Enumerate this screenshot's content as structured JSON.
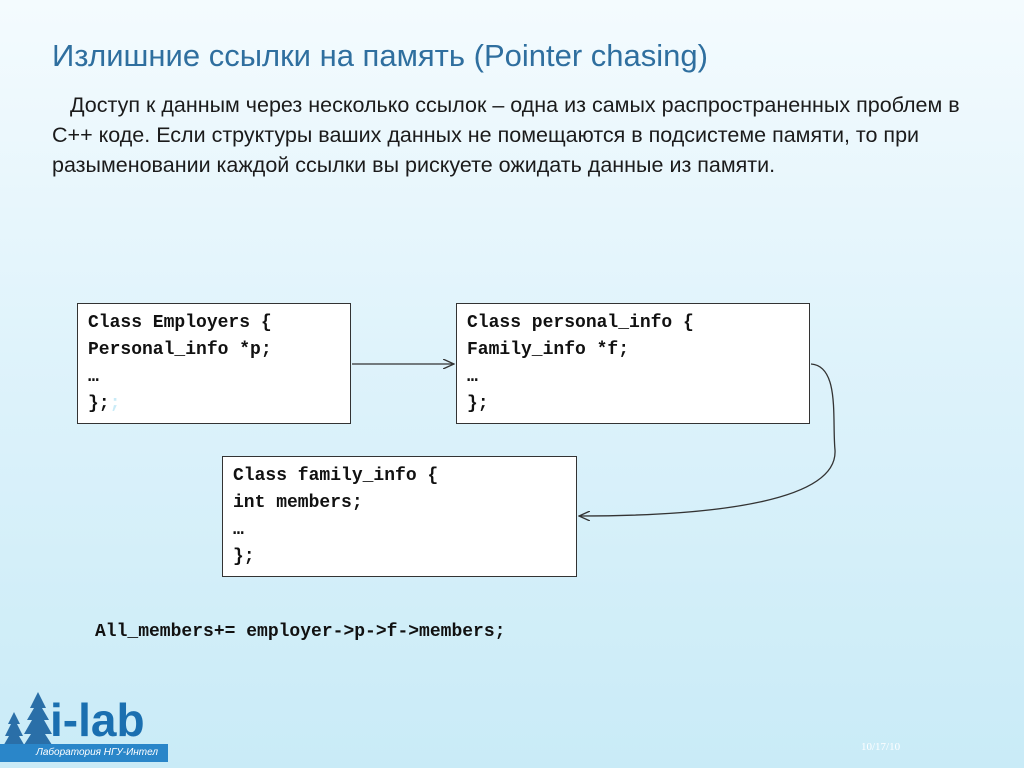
{
  "slide": {
    "title": "Излишние ссылки на память (Pointer chasing)",
    "intro": "Доступ к данным через несколько ссылок – одна из самых распространенных проблем в C++ коде. Если структуры ваших данных не помещаются в подсистеме памяти, то при разыменовании каждой ссылки вы рискуете ожидать данные из памяти.",
    "boxes": {
      "employers": {
        "lines": [
          "Class Employers {",
          "Personal_info *p;",
          "…",
          "};"
        ],
        "faded_suffix": ";"
      },
      "personal_info": {
        "lines": [
          "Class personal_info {",
          "Family_info *f;",
          "…",
          "};"
        ]
      },
      "family_info": {
        "lines": [
          "Class family_info {",
          "int members;",
          "…",
          "};"
        ]
      }
    },
    "expression": "All_members+= employer->p->f->members;",
    "date": "10/17/10"
  },
  "logo": {
    "text": "i-lab",
    "subtitle": "Лаборатория НГУ-Интел"
  },
  "colors": {
    "title": "#2f6f9f",
    "background_top": "#f4fbfe",
    "background_bottom": "#c9ebf7",
    "logo_blue": "#1a6fb0"
  }
}
